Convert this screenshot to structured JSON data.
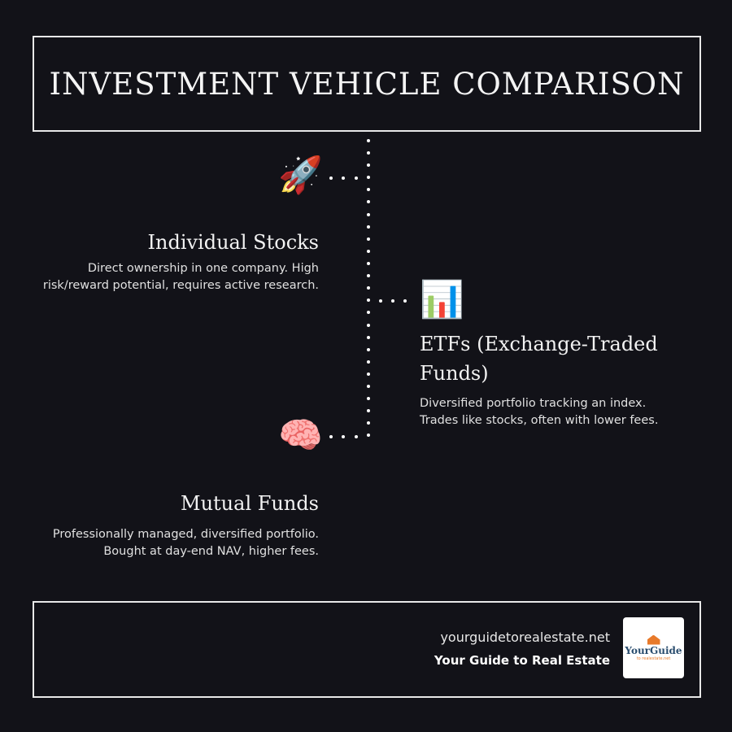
{
  "title": "INVESTMENT VEHICLE COMPARISON",
  "items": [
    {
      "icon": "rocket-icon",
      "emoji": "🚀",
      "heading": "Individual Stocks",
      "description_lines": [
        "Direct ownership in one company. High",
        "risk/reward potential, requires active research."
      ]
    },
    {
      "icon": "bar-chart-icon",
      "emoji": "📊",
      "heading_lines": [
        "ETFs (Exchange-Traded",
        "Funds)"
      ],
      "description_lines": [
        "Diversified portfolio tracking an index.",
        "Trades like stocks, often with lower fees."
      ]
    },
    {
      "icon": "brain-icon",
      "emoji": "🧠",
      "heading": "Mutual Funds",
      "description_lines": [
        "Professionally managed, diversified portfolio.",
        "Bought at day-end NAV, higher fees."
      ]
    }
  ],
  "footer": {
    "site": "yourguidetorealestate.net",
    "brand": "Your Guide to Real Estate",
    "logo_text": "YourGuide",
    "logo_subtext": "to realestate.net"
  }
}
